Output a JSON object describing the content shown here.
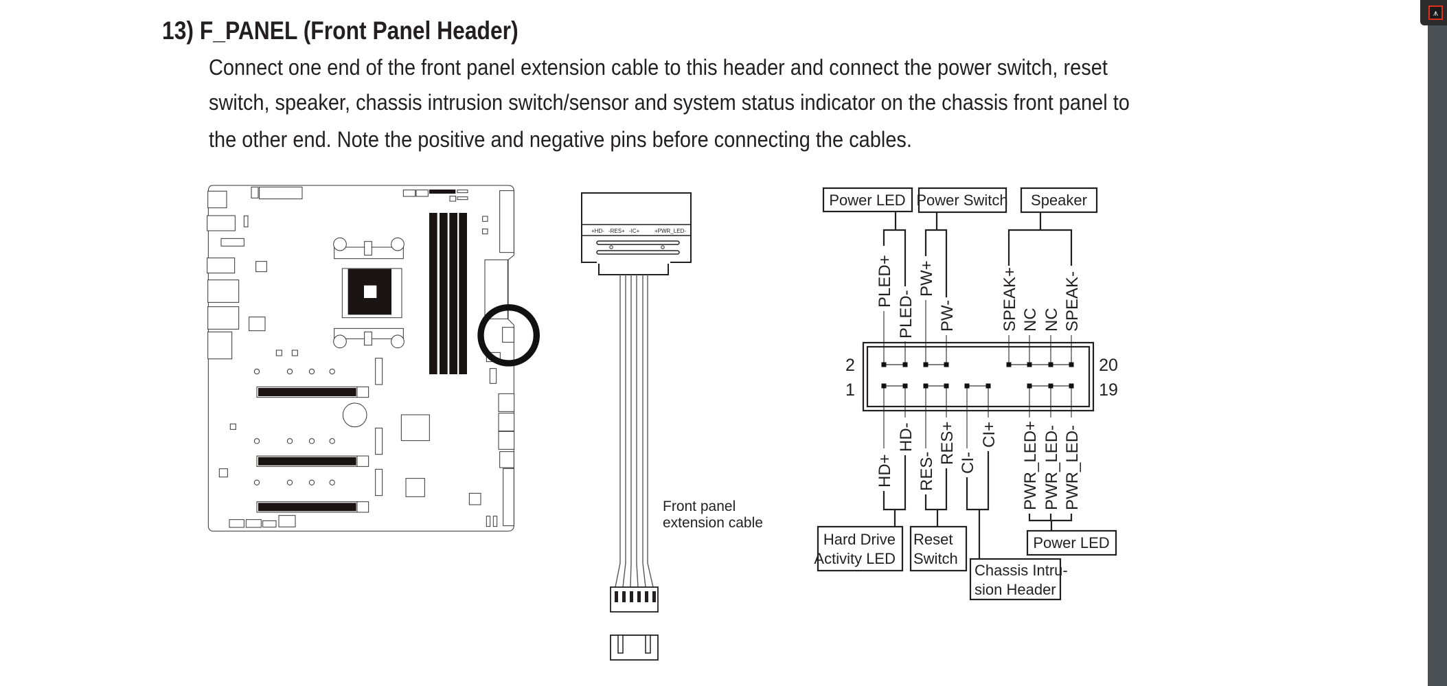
{
  "section": {
    "title": "13)  F_PANEL (Front Panel Header)",
    "paragraph_lines": [
      "Connect one end of the front panel extension cable to this header and connect the power switch, reset",
      "switch, speaker, chassis intrusion switch/sensor and system status indicator on the chassis front panel to",
      "the other end. Note the positive and negative pins before connecting the cables."
    ]
  },
  "cable": {
    "connector_labels": [
      "+HD-",
      "-RES+",
      "-IC+",
      "+PWR_LED-"
    ],
    "caption_lines": [
      "Front panel",
      "extension cable"
    ]
  },
  "pinout": {
    "top_groups": [
      "Power LED",
      "Power Switch",
      "Speaker"
    ],
    "top_pins": [
      "PLED+",
      "PLED-",
      "PW+",
      "PW-",
      "SPEAK+",
      "NC",
      "NC",
      "SPEAK-"
    ],
    "bottom_pins": [
      "HD+",
      "HD-",
      "RES-",
      "RES+",
      "CI-",
      "CI+",
      "PWR_LED+",
      "PWR_LED-",
      "PWR_LED-"
    ],
    "bottom_groups": {
      "hdd": [
        "Hard Drive",
        "Activity LED"
      ],
      "reset": [
        "Reset",
        "Switch"
      ],
      "chassis": [
        "Chassis Intru-",
        "sion Header"
      ],
      "power_led": "Power LED"
    },
    "row_numbers": {
      "top_left": "2",
      "bottom_left": "1",
      "top_right": "20",
      "bottom_right": "19"
    }
  },
  "viewer": {
    "app_icon": "acrobat-icon",
    "accent": "#e0301e"
  }
}
